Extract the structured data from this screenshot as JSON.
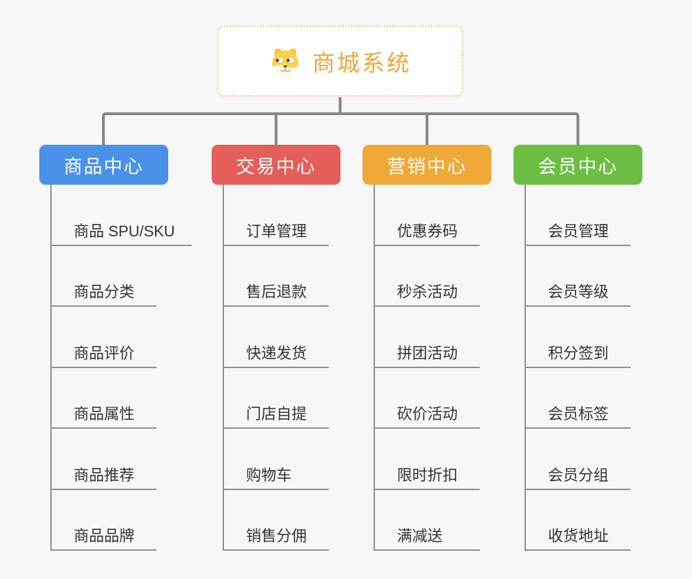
{
  "root": {
    "title": "商城系统",
    "icon": "dog-face-icon"
  },
  "branches": [
    {
      "label": "商品中心",
      "color": "#4a92e9",
      "children": [
        "商品 SPU/SKU",
        "商品分类",
        "商品评价",
        "商品属性",
        "商品推荐",
        "商品品牌"
      ]
    },
    {
      "label": "交易中心",
      "color": "#e55e59",
      "children": [
        "订单管理",
        "售后退款",
        "快递发货",
        "门店自提",
        "购物车",
        "销售分佣"
      ]
    },
    {
      "label": "营销中心",
      "color": "#efa937",
      "children": [
        "优惠券码",
        "秒杀活动",
        "拼团活动",
        "砍价活动",
        "限时折扣",
        "满减送"
      ]
    },
    {
      "label": "会员中心",
      "color": "#6cbe43",
      "children": [
        "会员管理",
        "会员等级",
        "积分签到",
        "会员标签",
        "会员分组",
        "收货地址"
      ]
    }
  ],
  "colors": {
    "background": "#f7f7f7",
    "connector": "#868686",
    "underline": "#8f8f8f",
    "child_text": "#333333",
    "root_title": "#f0a63c",
    "root_border": "#f2c88e"
  }
}
